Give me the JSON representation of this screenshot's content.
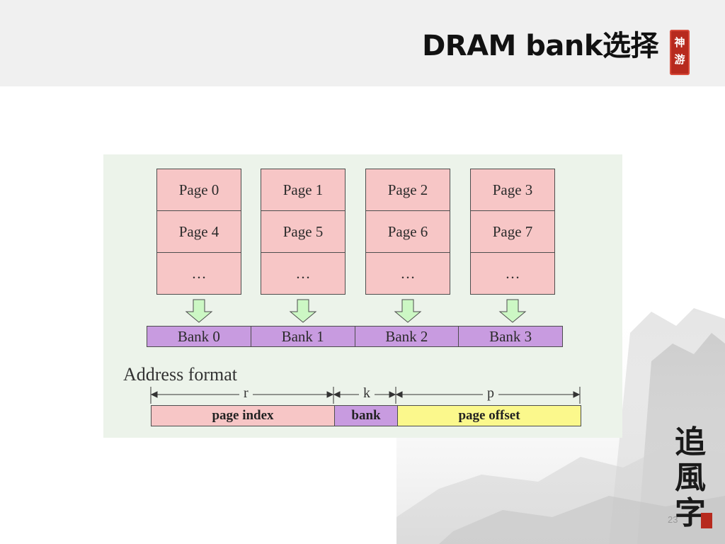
{
  "slide": {
    "title": "DRAM  bank选择",
    "page_number": "23",
    "seal_text": [
      "神",
      "游"
    ],
    "calligraphy": [
      "追",
      "風",
      "字"
    ]
  },
  "diagram": {
    "columns": [
      {
        "cells": [
          "Page 0",
          "Page 4",
          "…"
        ]
      },
      {
        "cells": [
          "Page 1",
          "Page 5",
          "…"
        ]
      },
      {
        "cells": [
          "Page 2",
          "Page 6",
          "…"
        ]
      },
      {
        "cells": [
          "Page 3",
          "Page 7",
          "…"
        ]
      }
    ],
    "banks": [
      "Bank 0",
      "Bank 1",
      "Bank 2",
      "Bank 3"
    ],
    "address_format": {
      "title": "Address format",
      "dims": {
        "r": "r",
        "k": "k",
        "p": "p"
      },
      "fields": {
        "index": "page index",
        "bank": "bank",
        "offset": "page offset"
      }
    },
    "colors": {
      "page_fill": "#f7c6c6",
      "bank_fill": "#c89be0",
      "offset_fill": "#fbf88c",
      "arrow_fill": "#ccf7c4",
      "panel_bg": "#ecf3ea"
    }
  }
}
